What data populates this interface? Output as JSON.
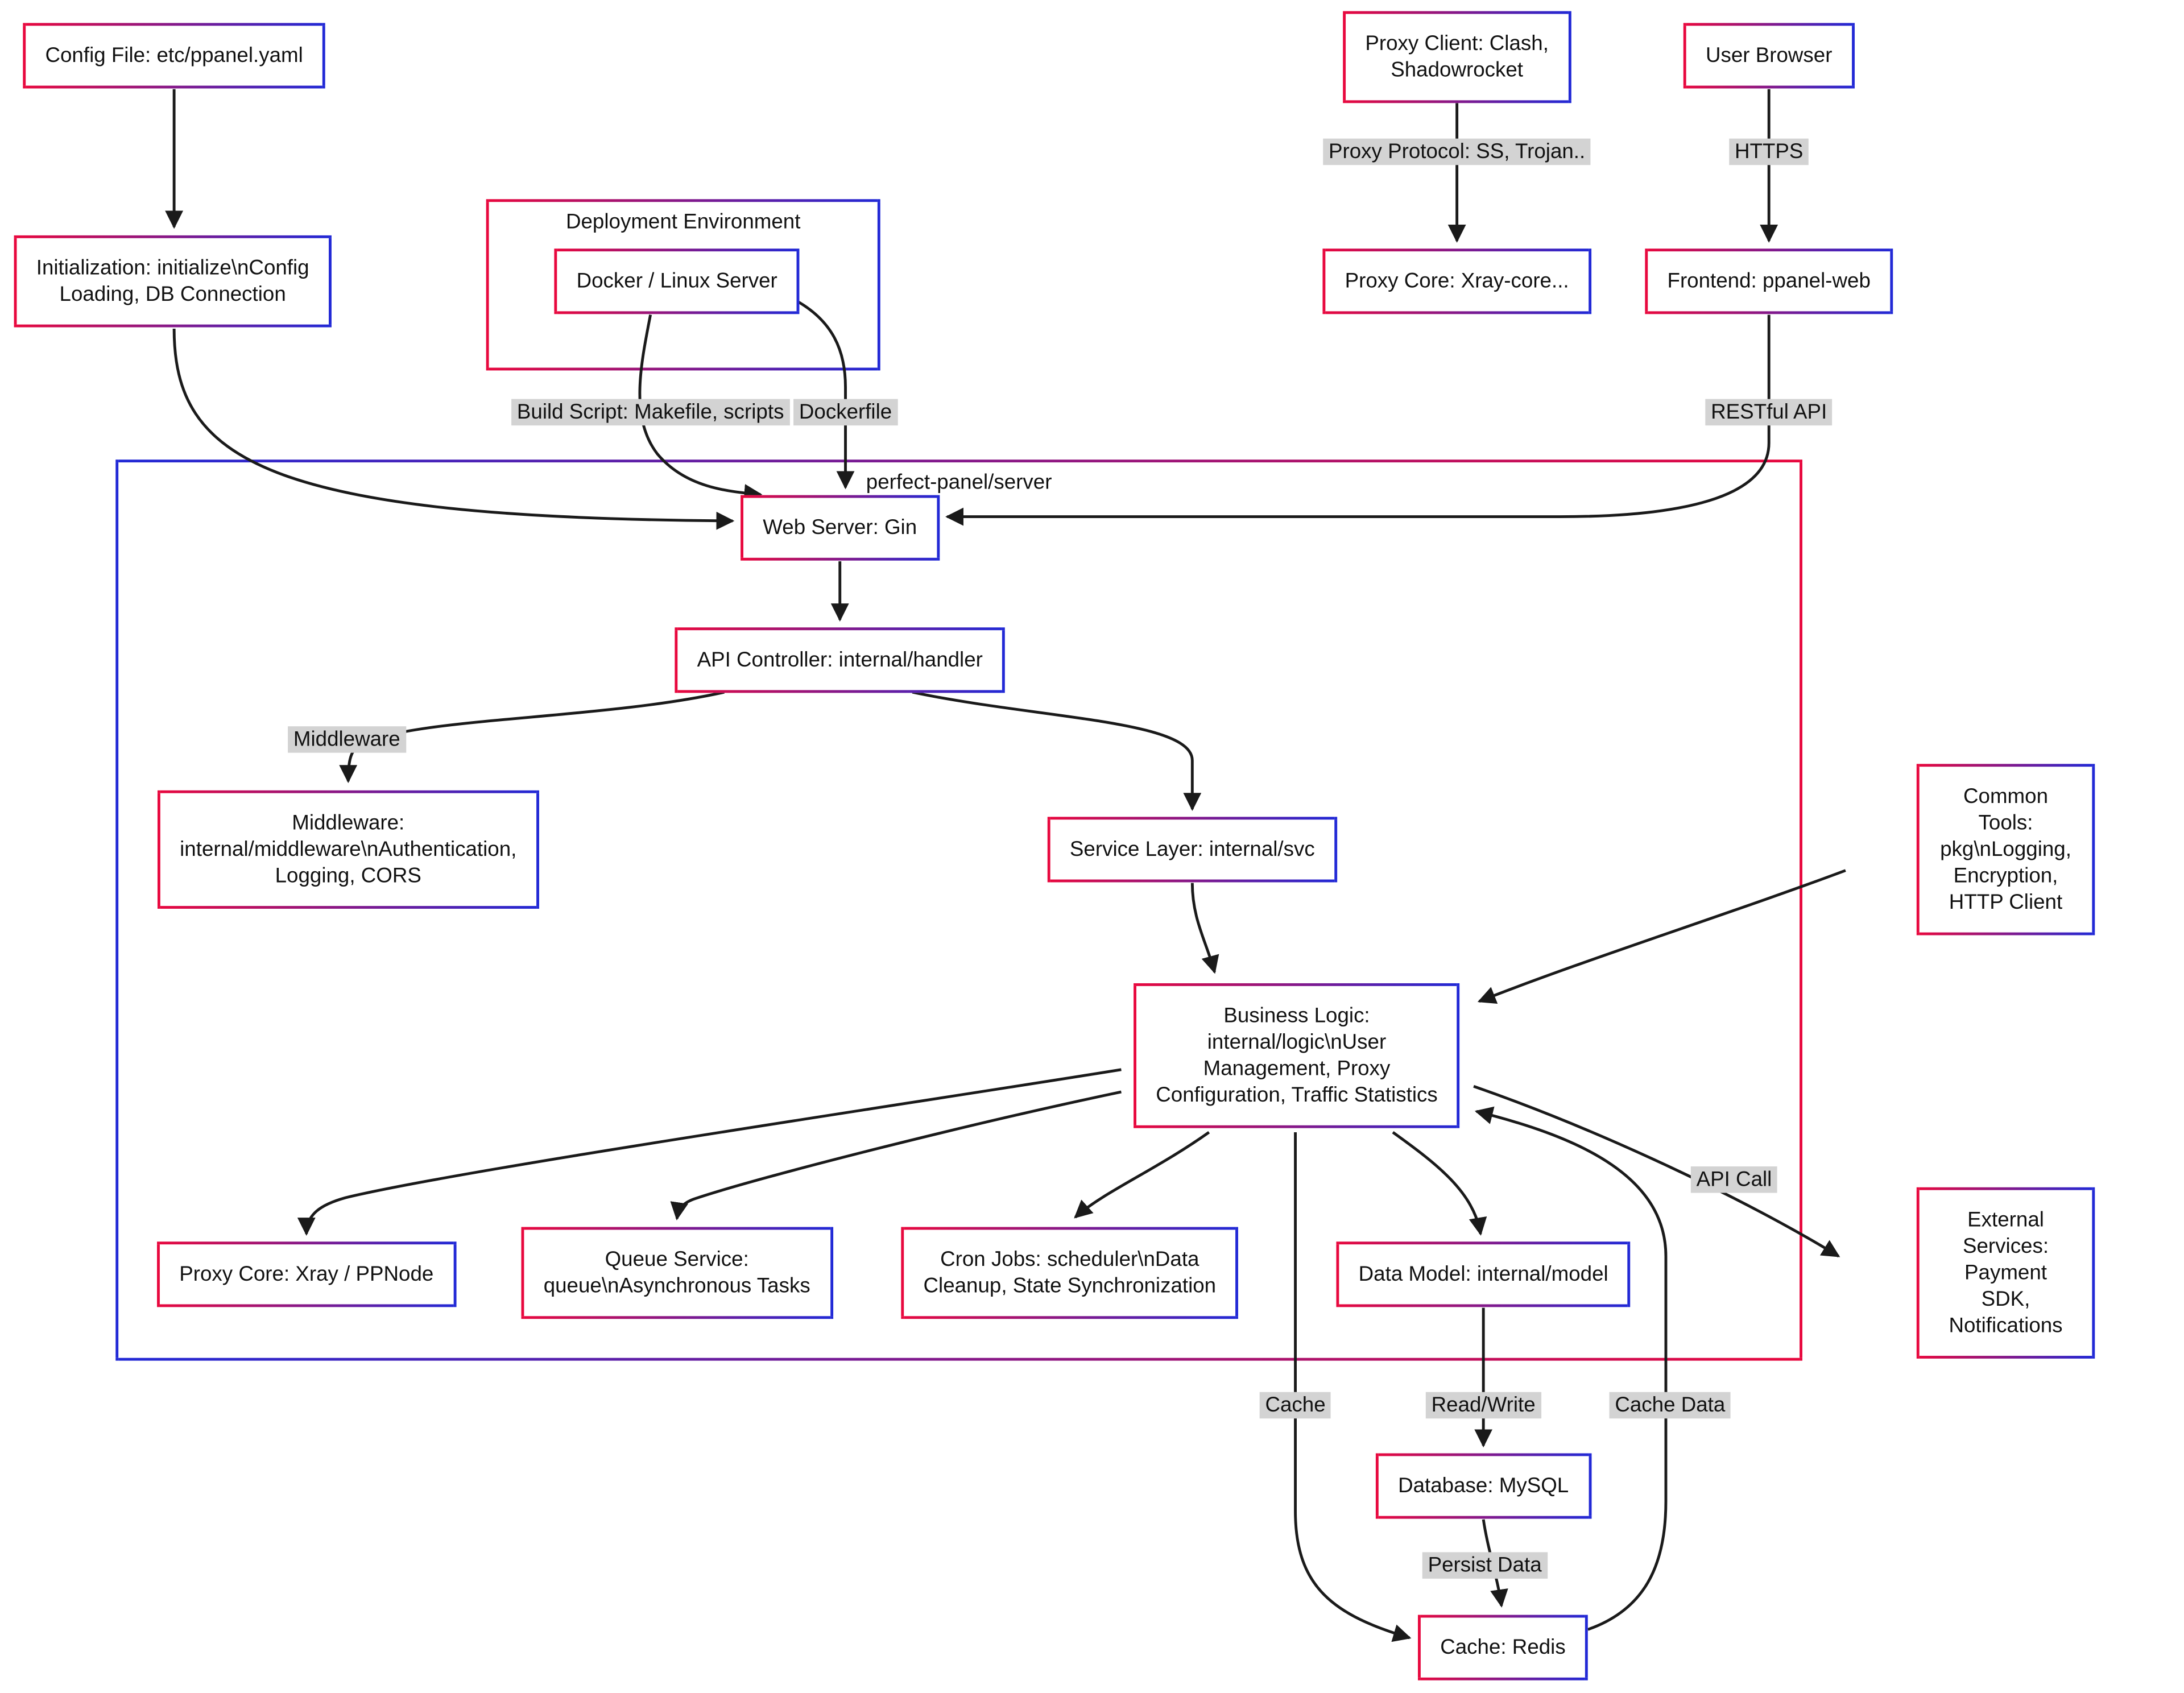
{
  "colors": {
    "node_border_start": "#e8083e",
    "node_border_end": "#2129d6",
    "cluster_border_start": "#2129d6",
    "cluster_border_end": "#e8083e",
    "edge_color": "#1a1a1a",
    "edge_label_bg": "#d3d3d3",
    "node_bg": "#ffffff",
    "text_color": "#111111"
  },
  "clusters": {
    "deployment_environment": "Deployment Environment",
    "server": "perfect-panel/server"
  },
  "nodes": {
    "config_file": "Config File: etc/ppanel.yaml",
    "initialization": [
      "Initialization: initialize\\nConfig",
      "Loading, DB Connection"
    ],
    "docker": "Docker / Linux Server",
    "proxy_client": [
      "Proxy Client: Clash,",
      "Shadowrocket"
    ],
    "user_browser": "User Browser",
    "proxy_core_xray": "Proxy Core: Xray-core...",
    "frontend": "Frontend: ppanel-web",
    "web_server": "Web Server: Gin",
    "api_controller": "API Controller: internal/handler",
    "middleware": [
      "Middleware:",
      "internal/middleware\\nAuthentication,",
      "Logging, CORS"
    ],
    "service_layer": "Service Layer: internal/svc",
    "common_tools": [
      "Common Tools: pkg\\nLogging,",
      "Encryption, HTTP Client"
    ],
    "business_logic": [
      "Business Logic:",
      "internal/logic\\nUser",
      "Management, Proxy",
      "Configuration, Traffic Statistics"
    ],
    "proxy_core_node": "Proxy Core: Xray / PPNode",
    "queue_service": [
      "Queue Service:",
      "queue\\nAsynchronous Tasks"
    ],
    "cron_jobs": [
      "Cron Jobs: scheduler\\nData",
      "Cleanup, State Synchronization"
    ],
    "data_model": "Data Model: internal/model",
    "external_services": [
      "External Services: Payment",
      "SDK, Notifications"
    ],
    "database": "Database: MySQL",
    "cache_redis": "Cache: Redis"
  },
  "edge_labels": {
    "proxy_protocol": "Proxy Protocol: SS, Trojan..",
    "https": "HTTPS",
    "build_script": "Build Script: Makefile, scripts",
    "dockerfile": "Dockerfile",
    "restful_api": "RESTful API",
    "middleware": "Middleware",
    "api_call": "API Call",
    "cache": "Cache",
    "read_write": "Read/Write",
    "cache_data": "Cache Data",
    "persist_data": "Persist Data"
  }
}
